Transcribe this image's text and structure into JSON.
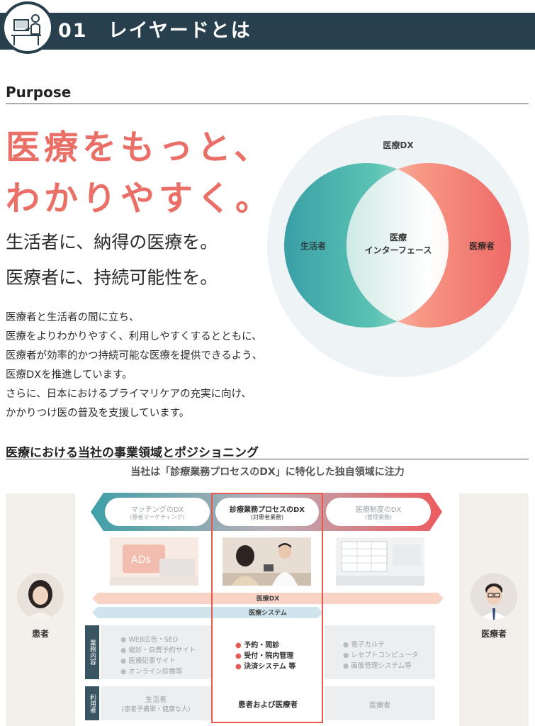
{
  "header": {
    "title": "01　レイヤードとは",
    "avatar_icon": "office-worker-illustration"
  },
  "purpose": {
    "label": "Purpose",
    "tagline_1": "医療をもっと、",
    "tagline_2": "わかりやすく。",
    "sub_1": "生活者に、納得の医療を。",
    "sub_2": "医療者に、持続可能性を。",
    "body": [
      "医療者と生活者の間に立ち、",
      "医療をよりわかりやすく、利用しやすくするとともに、",
      "医療者が効率的かつ持続可能な医療を提供できるよう、",
      "医療DXを推進しています。",
      "さらに、日本におけるプライマリケアの充実に向け、",
      "かかりつけ医の普及を支援しています。"
    ]
  },
  "venn": {
    "outer_label": "医療DX",
    "left_label": "生活者",
    "right_label": "医療者",
    "center_line_1": "医療",
    "center_line_2": "インターフェース",
    "colors": {
      "left": "#3fb0a8",
      "right": "#f07468",
      "outer": "#eef3f6"
    }
  },
  "section2": {
    "title": "医療における当社の事業領域とポジショニング",
    "lead": "当社は「診療業務プロセスのDX」に特化した独自領域に注力",
    "left_persona": "患者",
    "right_persona": "医療者",
    "domains": [
      {
        "title": "マッチングのDX",
        "sub": "(患者マーケティング)",
        "image": "ads-laptop-photo"
      },
      {
        "title": "診療業務プロセスのDX",
        "sub": "(対患者業務)",
        "image": "doctor-patient-consultation-photo"
      },
      {
        "title": "医療制度のDX",
        "sub": "(管理業務)",
        "image": "monitor-spreadsheet-photo"
      }
    ],
    "band_1": "医療DX",
    "band_2": "医療システム",
    "row_label_1": "業務内容",
    "row_label_2": "利用者",
    "business_left": [
      "WEB広告・SEO",
      "健診・自費予約サイト",
      "医療記事サイト",
      "オンライン診療等"
    ],
    "business_center": [
      "予約・問診",
      "受付・院内管理",
      "決済システム 等"
    ],
    "business_right": [
      "電子カルテ",
      "レセプトコンピュータ",
      "画像管理システム等"
    ],
    "users_left_1": "生活者",
    "users_left_2": "(患者予備軍・健康な人)",
    "users_center": "患者および医療者",
    "users_right": "医療者",
    "highlight_color": "#e8584f"
  }
}
